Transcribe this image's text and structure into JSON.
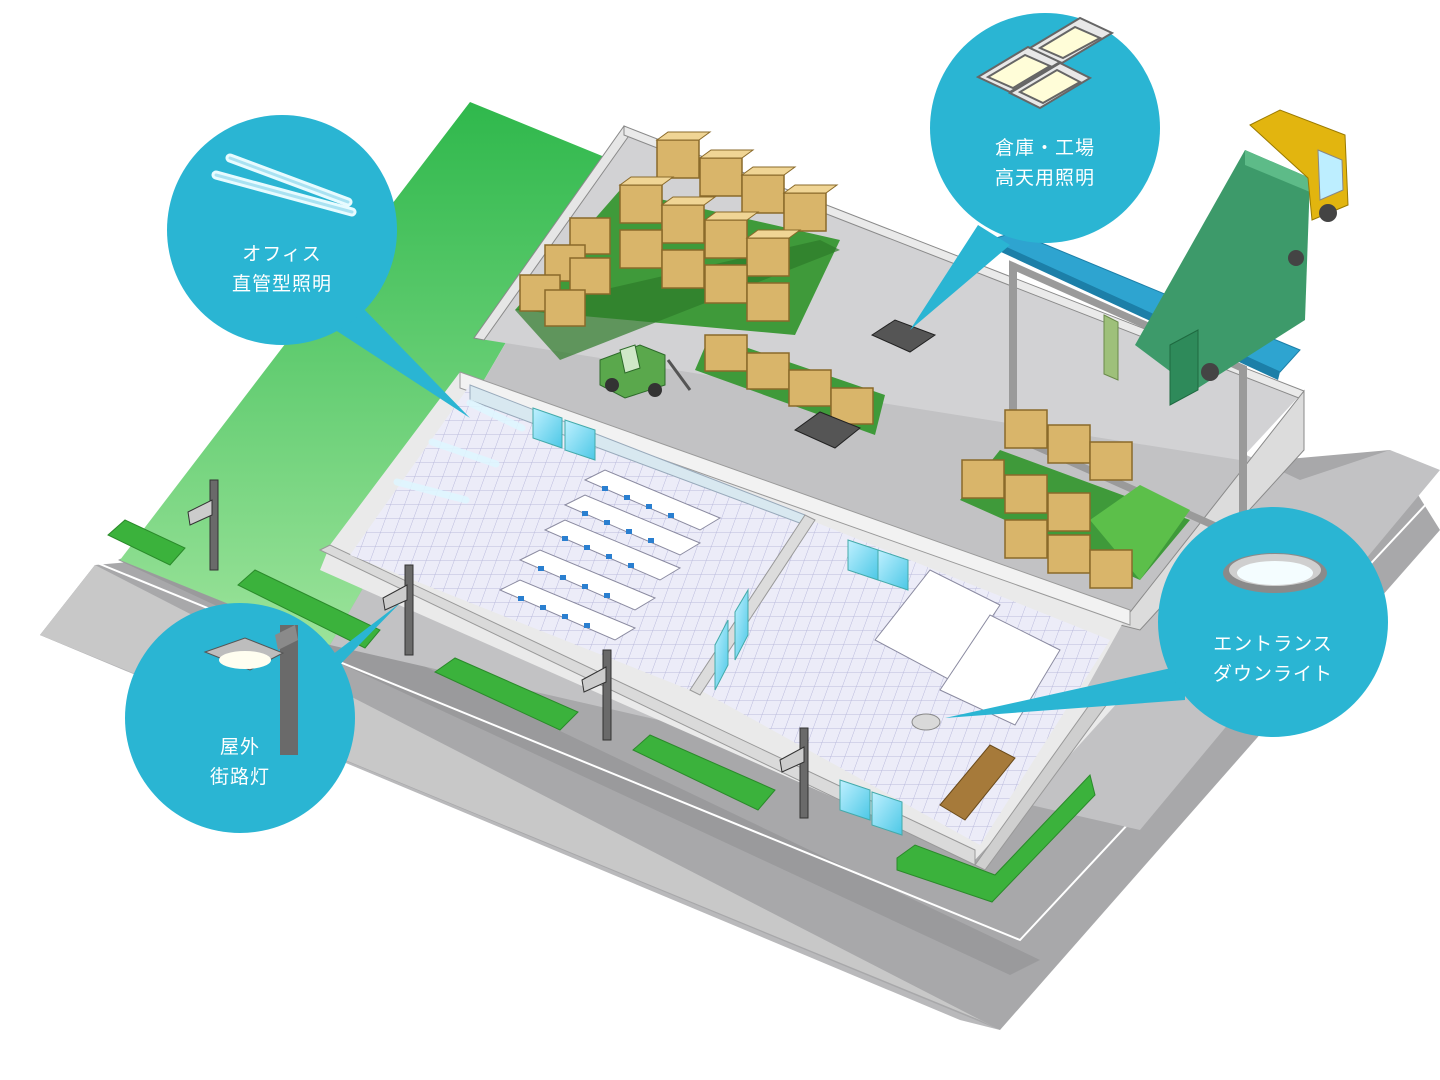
{
  "callouts": {
    "office": {
      "line1": "オフィス",
      "line2": "直管型照明"
    },
    "warehouse": {
      "line1": "倉庫・工場",
      "line2": "高天用照明"
    },
    "entrance": {
      "line1": "エントランス",
      "line2": "ダウンライト"
    },
    "street": {
      "line1": "屋外",
      "line2": "街路灯"
    }
  },
  "colors": {
    "bubble": "#2ab5d3",
    "lawn": "#3cbc55",
    "hedge": "#3bb23c",
    "road": "#a9a9ab",
    "floor_tile": "#e6e6f6",
    "wall": "#e3e3e3",
    "warehouse_floor": "#cfcfd1",
    "box": "#d9b56a",
    "rack": "#3f9a3a",
    "truck_cab": "#e2b50f",
    "truck_body": "#3d9a6a"
  },
  "icons": [
    "fluorescent-tube-icon",
    "high-bay-light-icon",
    "downlight-icon",
    "street-light-icon",
    "truck-icon",
    "forklift-icon"
  ]
}
